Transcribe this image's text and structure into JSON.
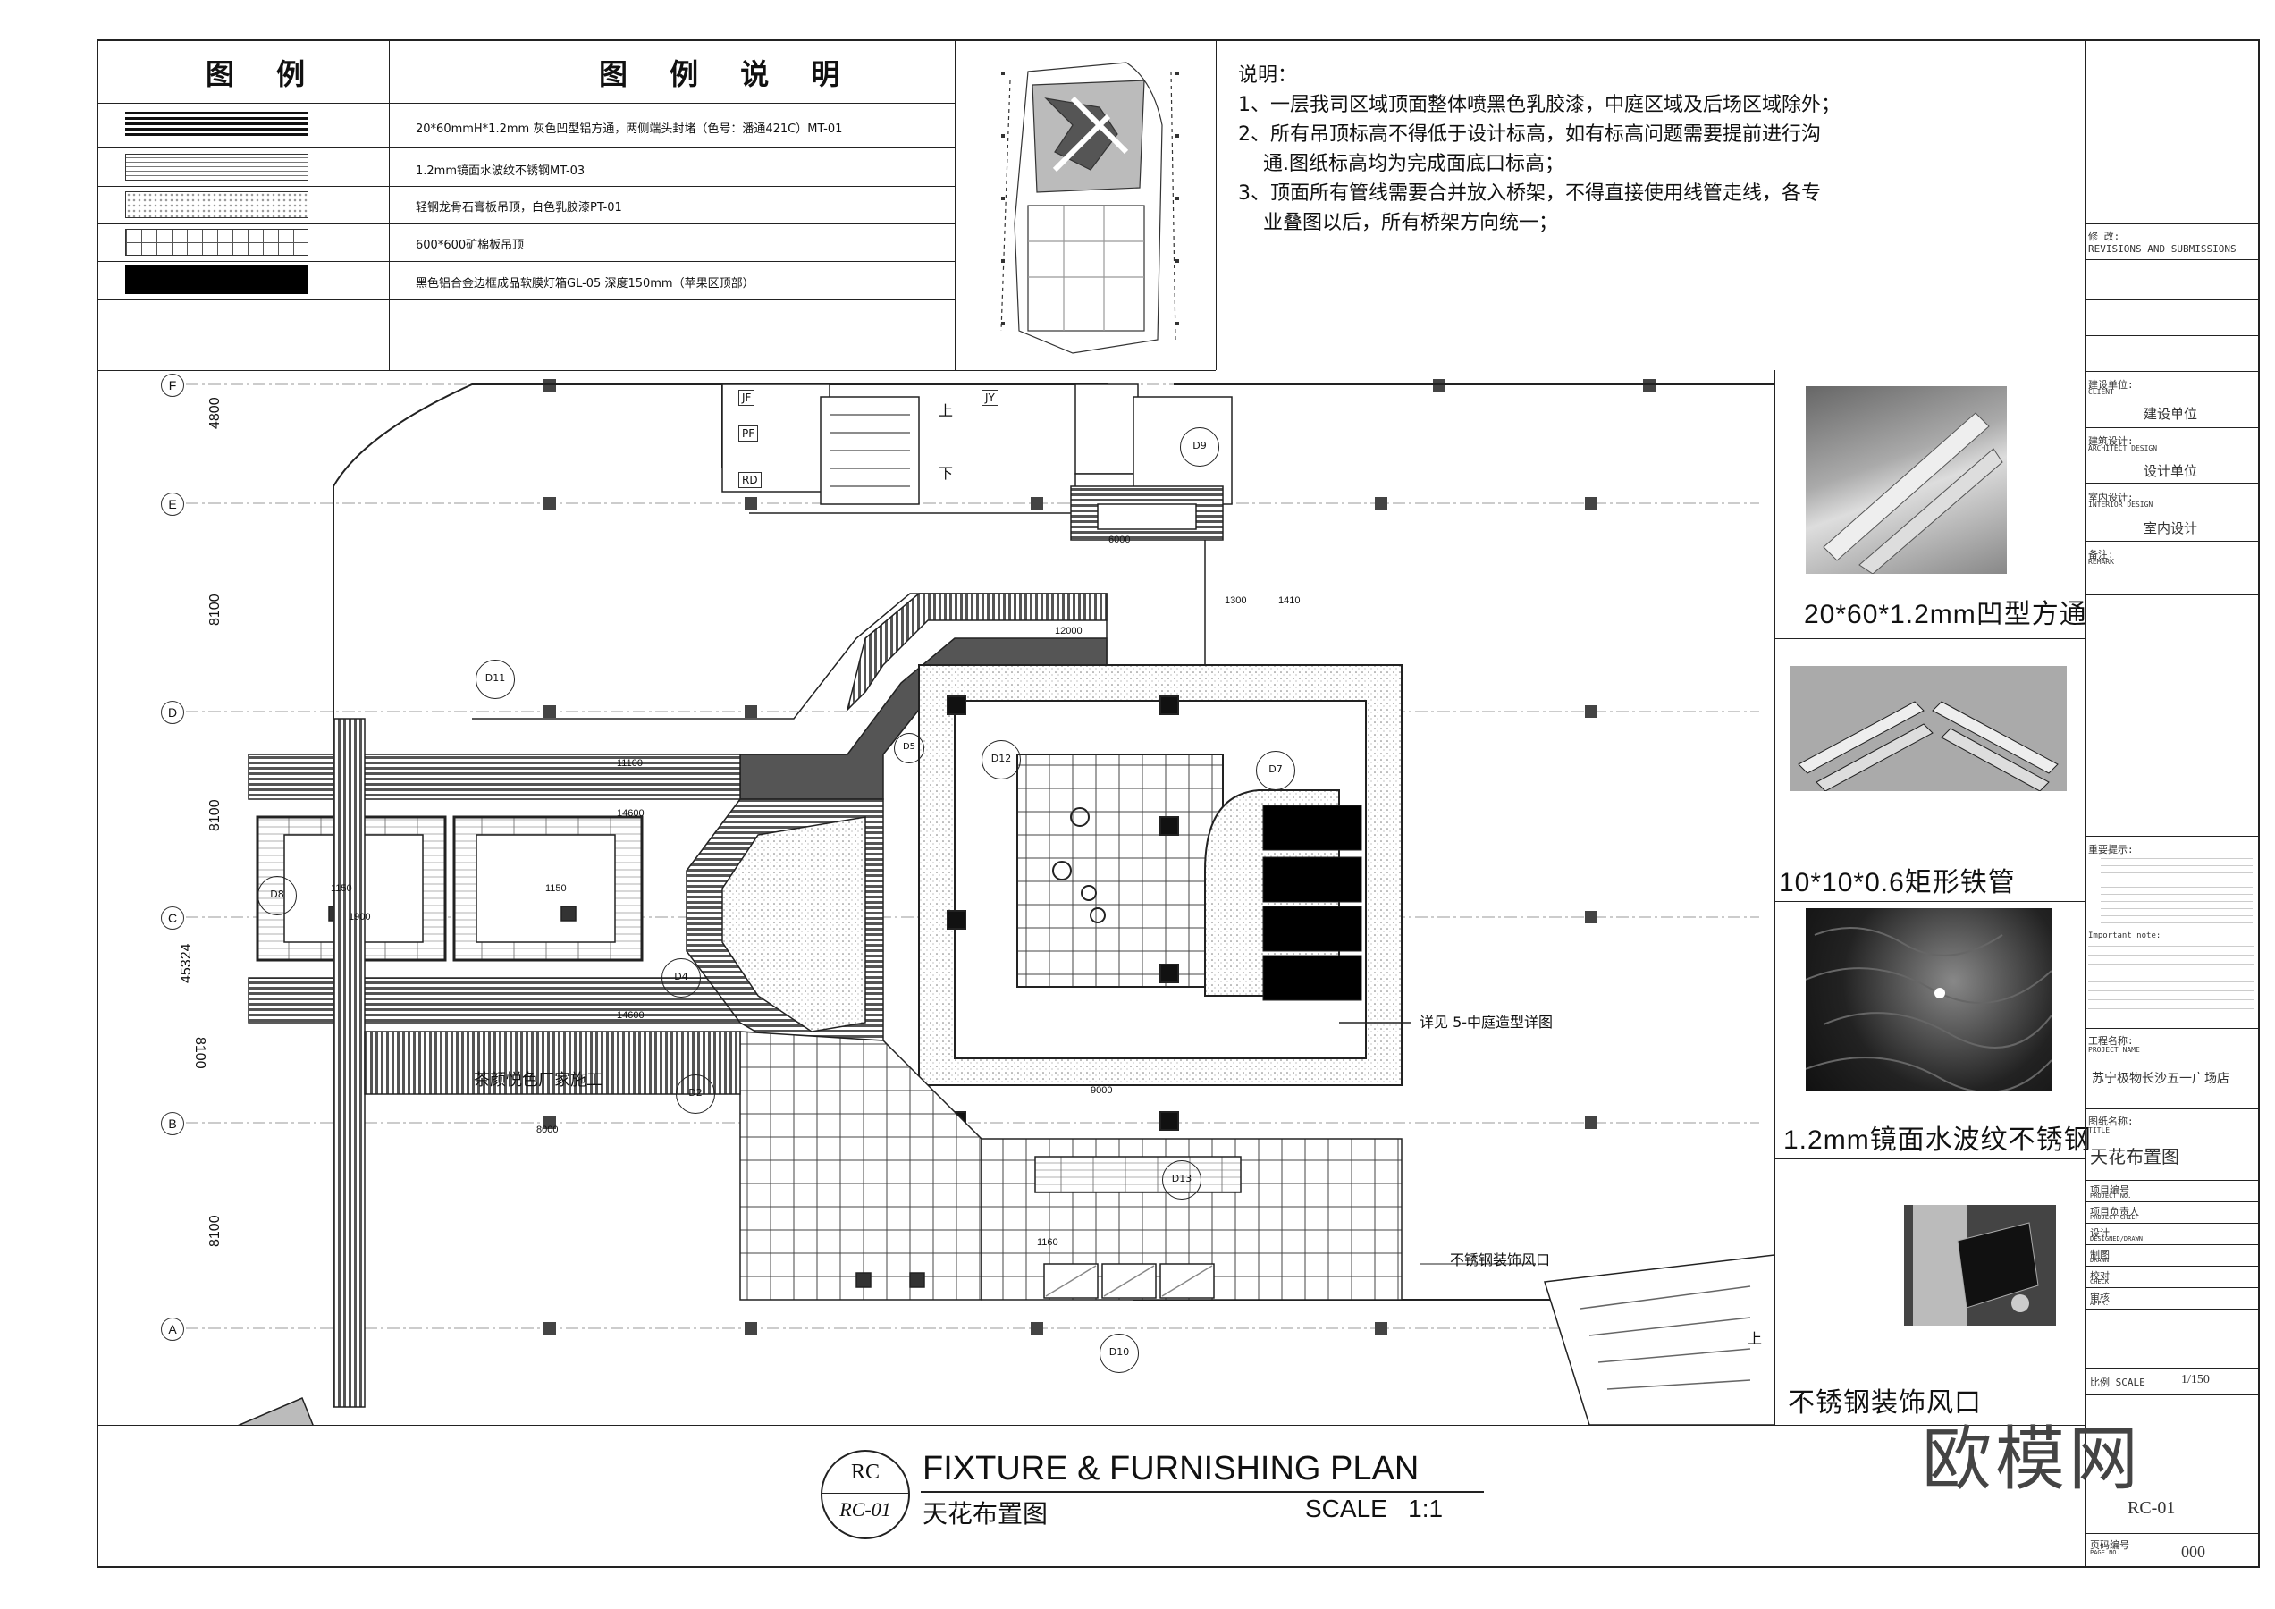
{
  "legend": {
    "title_left": "图 例",
    "title_right": "图 例 说 明",
    "items": [
      {
        "text": "20*60mmH*1.2mm 灰色凹型铝方通，两侧端头封堵（色号：潘通421C）MT-01"
      },
      {
        "text": "1.2mm镜面水波纹不锈钢MT-03"
      },
      {
        "text": "轻钢龙骨石膏板吊顶，白色乳胶漆PT-01"
      },
      {
        "text": "600*600矿棉板吊顶"
      },
      {
        "text": "黑色铝合金边框成品软膜灯箱GL-05 深度150mm（苹果区顶部）"
      }
    ]
  },
  "notes": {
    "heading": "说明：",
    "lines": [
      "1、一层我司区域顶面整体喷黑色乳胶漆，中庭区域及后场区域除外；",
      "2、所有吊顶标高不得低于设计标高，如有标高问题需要提前进行沟",
      "    通.图纸标高均为完成面底口标高；",
      "3、顶面所有管线需要合并放入桥架，不得直接使用线管走线，各专",
      "    业叠图以后，所有桥架方向统一；"
    ]
  },
  "grid": {
    "rows": [
      "F",
      "E",
      "D",
      "C",
      "B",
      "A"
    ],
    "dims": [
      "4800",
      "8100",
      "8100",
      "8100",
      "8100"
    ],
    "total": "45324"
  },
  "plan_labels": {
    "detail_note": "详见 5-中庭造型详图",
    "vent_note": "不锈钢装饰风口",
    "shop_note": "茶颜悦色厂家施工",
    "up1": "上",
    "down1": "下",
    "tags": [
      "D11",
      "D12",
      "D7",
      "D8",
      "D4",
      "D2",
      "D13",
      "D10",
      "D9",
      "D5"
    ],
    "room_codes": [
      "JF",
      "PF",
      "RD",
      "JY"
    ],
    "dim_values": [
      "6000",
      "12000",
      "11100",
      "14600",
      "14600",
      "8000",
      "9000",
      "1300",
      "1410",
      "1150",
      "1150",
      "1900",
      "1160"
    ]
  },
  "materials": [
    {
      "caption": "20*60*1.2mm凹型方通"
    },
    {
      "caption": "10*10*0.6矩形铁管"
    },
    {
      "caption": "1.2mm镜面水波纹不锈钢"
    },
    {
      "caption": "不锈钢装饰风口"
    }
  ],
  "title_block": {
    "revisions_label": "修 改:",
    "revisions_en": "REVISIONS AND SUBMISSIONS",
    "client_label": "建设单位:",
    "client_en": "CLIENT",
    "client_value": "建设单位",
    "architect_label": "建筑设计:",
    "architect_en": "ARCHITECT DESIGN",
    "architect_value": "设计单位",
    "interior_label": "室内设计:",
    "interior_en": "INTERIOR DESIGN",
    "interior_value": "室内设计",
    "remark_label": "备注:",
    "remark_en": "REMARK",
    "notice_label": "重要提示:",
    "important_label": "Important note:",
    "project_label": "工程名称:",
    "project_en": "PROJECT NAME",
    "project_value": "苏宁极物长沙五一广场店",
    "drawing_label": "图纸名称:",
    "drawing_en": "TITLE",
    "drawing_value": "天花布置图",
    "rows": [
      {
        "label": "项目编号",
        "en": "PROJECT NO."
      },
      {
        "label": "项目负责人",
        "en": "PROJECT CHIEF"
      },
      {
        "label": "设计",
        "en": "DESIGNED/DRAWN"
      },
      {
        "label": "制图",
        "en": "DRAWN"
      },
      {
        "label": "校对",
        "en": "CHECK"
      },
      {
        "label": "审核",
        "en": "APPR."
      }
    ],
    "scale_label": "比例 SCALE",
    "scale_value": "1/150",
    "drawing_no_value": "RC-01",
    "page_label": "页码编号",
    "page_en": "PAGE NO.",
    "page_value": "000"
  },
  "caption": {
    "bubble_top": "RC",
    "bubble_bottom": "RC-01",
    "title_en": "FIXTURE & FURNISHING PLAN",
    "title_cn": "天花布置图",
    "scale": "SCALE   1:1"
  },
  "watermark": "欧模网"
}
